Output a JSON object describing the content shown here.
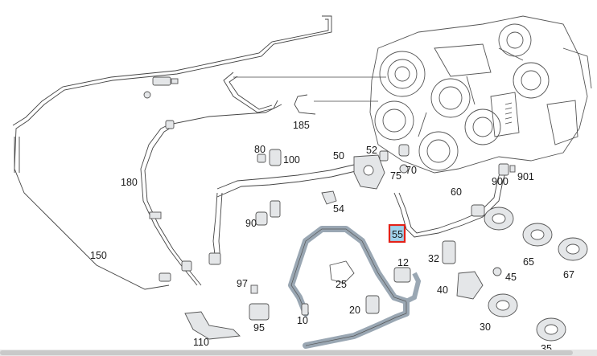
{
  "diagram": {
    "callouts": {
      "c185": "185",
      "c80": "80",
      "c100": "100",
      "c50": "50",
      "c52": "52",
      "c75": "75",
      "c70": "70",
      "c900": "900",
      "c901": "901",
      "c180": "180",
      "c60": "60",
      "c54": "54",
      "c90": "90",
      "c55": "55",
      "c150": "150",
      "c12": "12",
      "c32": "32",
      "c65": "65",
      "c67": "67",
      "c97": "97",
      "c25": "25",
      "c45": "45",
      "c40": "40",
      "c20": "20",
      "c10": "10",
      "c95": "95",
      "c30": "30",
      "c110": "110",
      "c35": "35"
    },
    "highlight_color": "#e32219",
    "highlight_fill": "#9fd3ec",
    "hose_color": "#9aa7b3"
  }
}
